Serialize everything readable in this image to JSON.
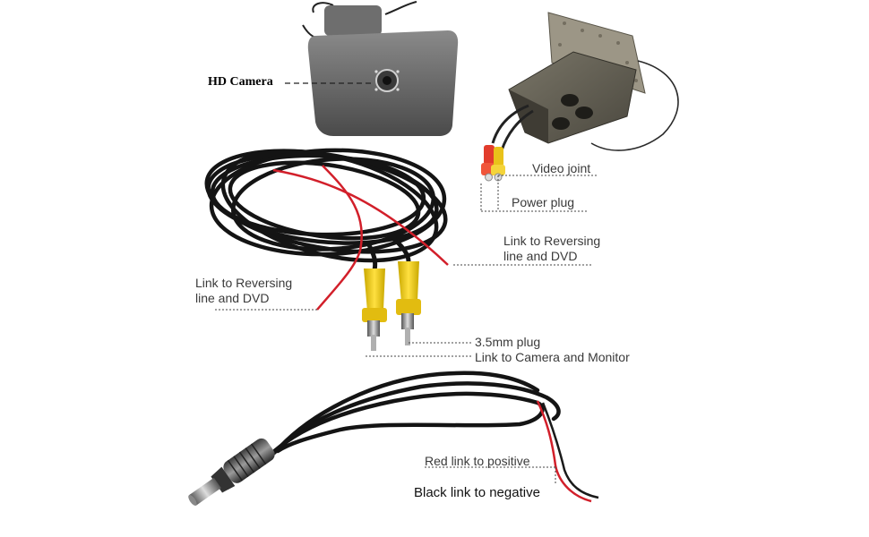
{
  "labels": {
    "hd_camera": "HD Camera",
    "video_joint": "Video joint",
    "power_plug": "Power plug",
    "link_right_line1": "Link to Reversing",
    "link_right_line2": "line and DVD",
    "link_left_line1": "Link to Reversing",
    "link_left_line2": "line and DVD",
    "plug_size": "3.5mm plug",
    "camera_monitor": "Link to Camera and Monitor",
    "red_positive": "Red link to positive",
    "black_negative": "Black link to negative"
  },
  "colors": {
    "cable_black": "#141414",
    "wire_red": "#d21f2a",
    "rca_yellow": "#f2cf16",
    "metal_gray": "#6b6b6b"
  }
}
